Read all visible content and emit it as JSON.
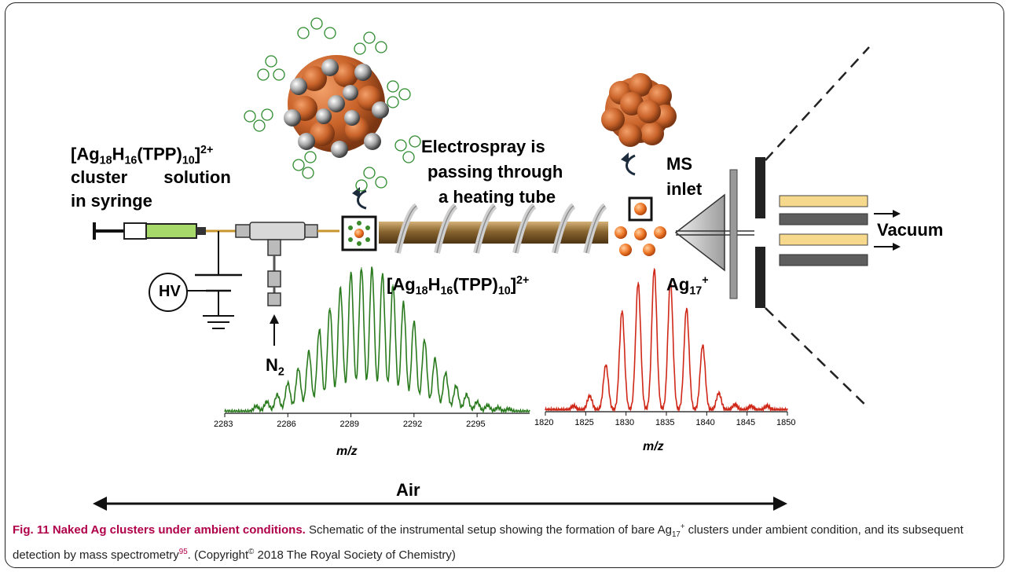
{
  "labels": {
    "cluster_solution_formula": {
      "main": "[Ag",
      "s1": "18",
      "h": "H",
      "s2": "16",
      "tpp": "(TPP)",
      "s3": "10",
      "close": "]",
      "charge": "2+"
    },
    "cluster_solution_line2": "cluster    solution",
    "cluster_solution_line3": "in syringe",
    "electrospray": [
      "Electrospray is",
      "passing through",
      "a heating tube"
    ],
    "ms_inlet": [
      "MS",
      "inlet"
    ],
    "vacuum": "Vacuum",
    "hv": "HV",
    "n2": {
      "main": "N",
      "sub": "2"
    },
    "ag17": {
      "main": "Ag",
      "sub": "17",
      "sup": "+"
    },
    "spectrum1_label": {
      "main": "[Ag",
      "s1": "18",
      "h": "H",
      "s2": "16",
      "tpp": "(TPP)",
      "s3": "10",
      "close": "]",
      "charge": "2+"
    },
    "air": "Air"
  },
  "chart_data": [
    {
      "type": "line",
      "color": "#2a7a1e",
      "xlabel": "m/z",
      "xlim": [
        2283,
        2297.5
      ],
      "ticks": [
        "2283",
        "2286",
        "2289",
        "2292",
        "2295"
      ],
      "peaks": [
        2284.5,
        2285,
        2285.5,
        2286,
        2286.5,
        2287,
        2287.5,
        2288,
        2288.5,
        2289,
        2289.5,
        2290,
        2290.5,
        2291,
        2291.5,
        2292,
        2292.5,
        2293,
        2293.5,
        2294,
        2294.5,
        2295,
        2295.5,
        2296,
        2296.5
      ],
      "heights": [
        0.04,
        0.07,
        0.12,
        0.2,
        0.3,
        0.42,
        0.57,
        0.72,
        0.86,
        0.97,
        1.0,
        1.0,
        0.96,
        0.88,
        0.76,
        0.63,
        0.5,
        0.37,
        0.27,
        0.18,
        0.12,
        0.07,
        0.045,
        0.03,
        0.02
      ]
    },
    {
      "type": "line",
      "color": "#d02818",
      "xlabel": "m/z",
      "xlim": [
        1820,
        1850
      ],
      "ticks": [
        "1820",
        "1825",
        "1830",
        "1835",
        "1840",
        "1845",
        "1850"
      ],
      "peaks": [
        1823.5,
        1825.5,
        1827.5,
        1829.5,
        1831.5,
        1833.5,
        1835.5,
        1837.5,
        1839.5,
        1841.5,
        1843.5,
        1845.5,
        1847.5
      ],
      "heights": [
        0.03,
        0.1,
        0.32,
        0.7,
        0.9,
        1.0,
        0.91,
        0.72,
        0.46,
        0.12,
        0.04,
        0.03,
        0.03
      ]
    }
  ],
  "caption": {
    "bold": "Fig. 11 Naked Ag clusters under ambient conditions.",
    "text1": " Schematic of the instrumental setup showing the formation of bare Ag",
    "sub": "17",
    "sup": "+",
    "text2": " clusters under ambient condition, and its subsequent detection by mass spectrometry",
    "ref": "95",
    "text3": ". (Copyright",
    "copy": "©",
    "text4": " 2018 The Royal Society of Chemistry)"
  }
}
